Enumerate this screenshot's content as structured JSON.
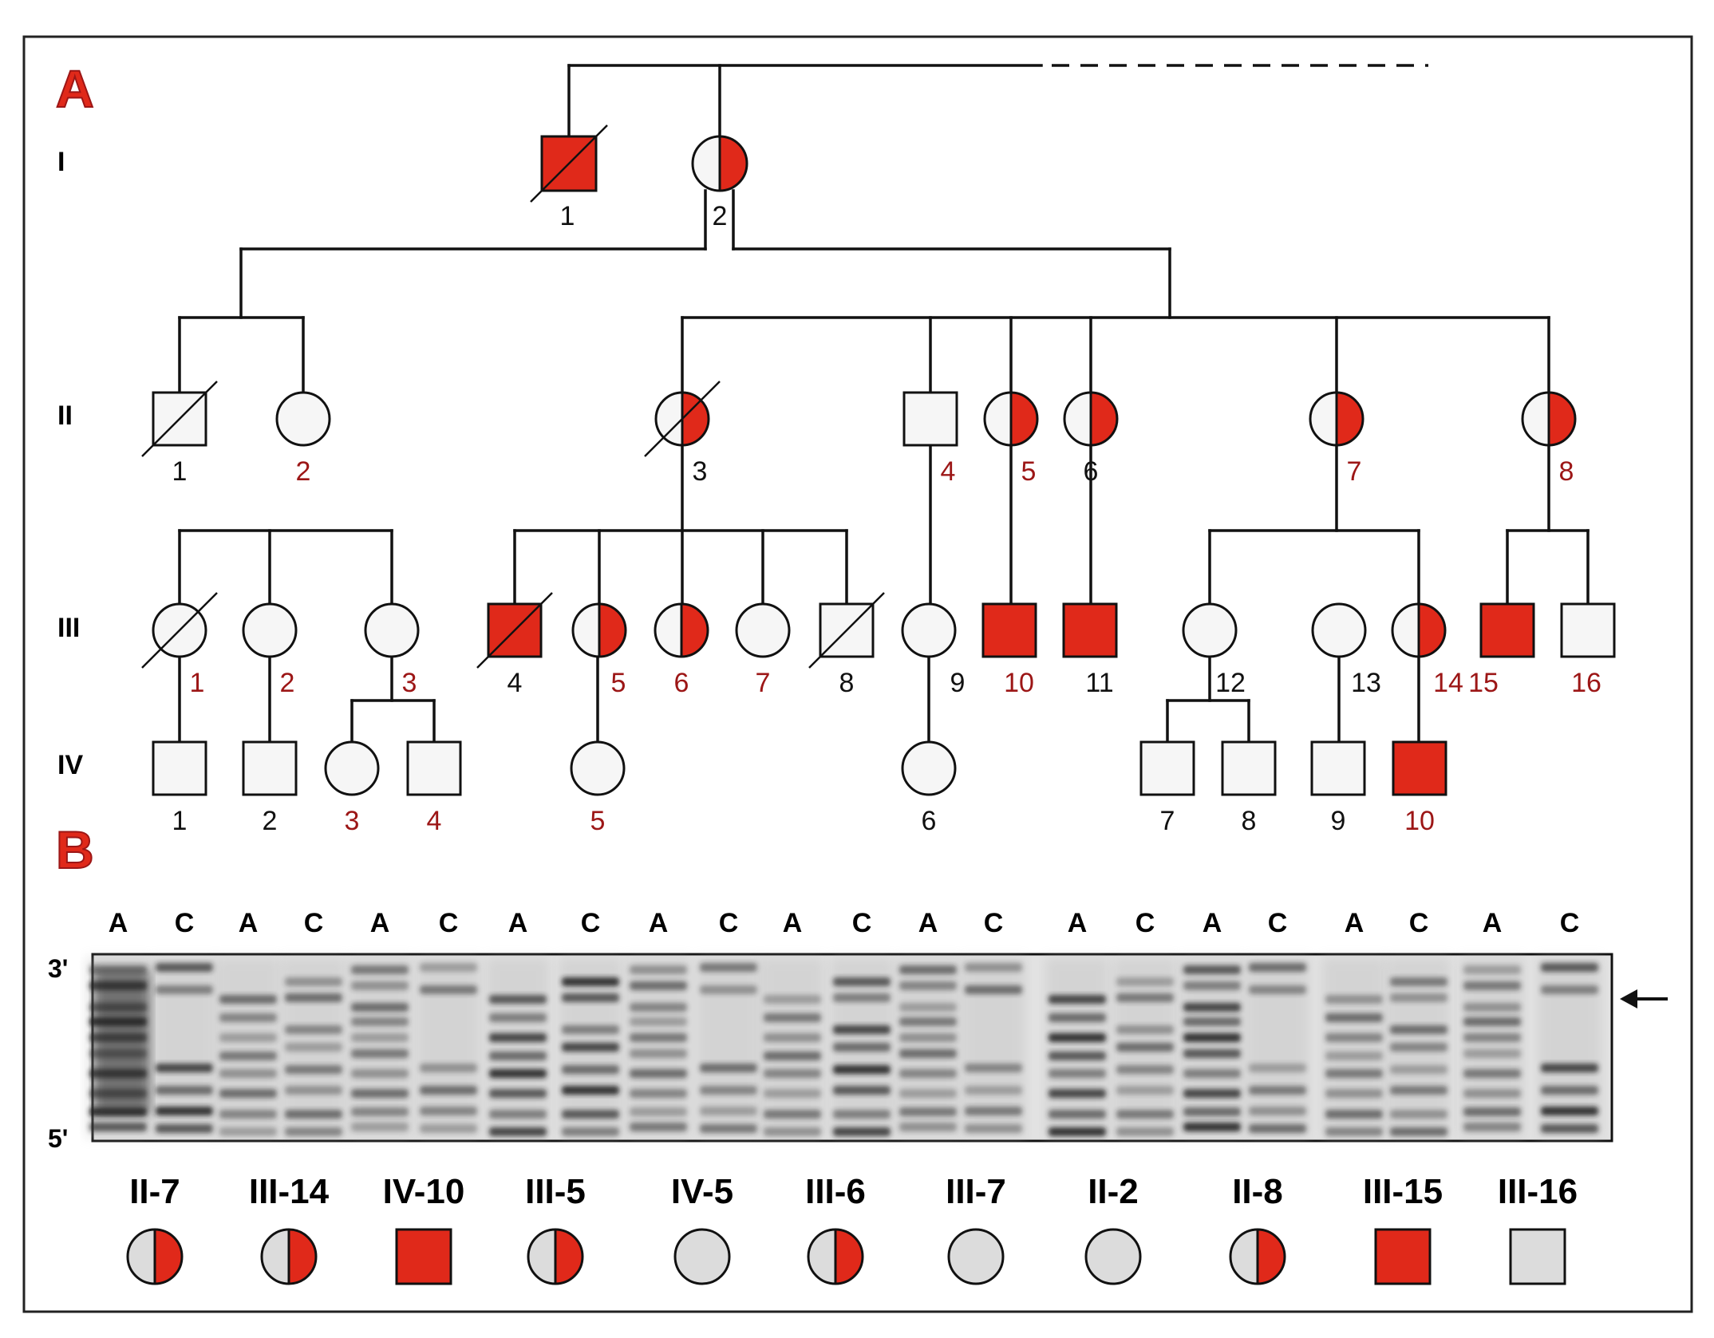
{
  "colors": {
    "affected": "#e0291a",
    "accent_text": "#9c1616",
    "line": "#111111",
    "unaffected_fill": "#f6f6f6",
    "legend_unfilled": "#dcdcdc"
  },
  "panel_a": {
    "letter": "A",
    "generations": [
      {
        "label": "I",
        "individuals": [
          {
            "num": "1",
            "sex": "male",
            "status": "affected",
            "deceased": true,
            "highlight": false
          },
          {
            "num": "2",
            "sex": "female",
            "status": "carrier",
            "deceased": false,
            "highlight": false
          }
        ]
      },
      {
        "label": "II",
        "individuals": [
          {
            "num": "1",
            "sex": "male",
            "status": "unaffected",
            "deceased": true,
            "highlight": false
          },
          {
            "num": "2",
            "sex": "female",
            "status": "unaffected",
            "deceased": false,
            "highlight": true
          },
          {
            "num": "3",
            "sex": "female",
            "status": "carrier",
            "deceased": true,
            "highlight": false
          },
          {
            "num": "4",
            "sex": "male",
            "status": "unaffected",
            "deceased": false,
            "highlight": true
          },
          {
            "num": "5",
            "sex": "female",
            "status": "carrier",
            "deceased": false,
            "highlight": true
          },
          {
            "num": "6",
            "sex": "female",
            "status": "carrier",
            "deceased": false,
            "highlight": false
          },
          {
            "num": "7",
            "sex": "female",
            "status": "carrier",
            "deceased": false,
            "highlight": true
          },
          {
            "num": "8",
            "sex": "female",
            "status": "carrier",
            "deceased": false,
            "highlight": true
          }
        ]
      },
      {
        "label": "III",
        "individuals": [
          {
            "num": "1",
            "sex": "female",
            "status": "unaffected",
            "deceased": true,
            "highlight": true
          },
          {
            "num": "2",
            "sex": "female",
            "status": "unaffected",
            "deceased": false,
            "highlight": true
          },
          {
            "num": "3",
            "sex": "female",
            "status": "unaffected",
            "deceased": false,
            "highlight": true
          },
          {
            "num": "4",
            "sex": "male",
            "status": "affected",
            "deceased": true,
            "highlight": false
          },
          {
            "num": "5",
            "sex": "female",
            "status": "carrier",
            "deceased": false,
            "highlight": true
          },
          {
            "num": "6",
            "sex": "female",
            "status": "carrier",
            "deceased": false,
            "highlight": true
          },
          {
            "num": "7",
            "sex": "female",
            "status": "unaffected",
            "deceased": false,
            "highlight": true
          },
          {
            "num": "8",
            "sex": "male",
            "status": "unaffected",
            "deceased": true,
            "highlight": false
          },
          {
            "num": "9",
            "sex": "female",
            "status": "unaffected",
            "deceased": false,
            "highlight": false
          },
          {
            "num": "10",
            "sex": "male",
            "status": "affected",
            "deceased": false,
            "highlight": true
          },
          {
            "num": "11",
            "sex": "male",
            "status": "affected",
            "deceased": false,
            "highlight": false
          },
          {
            "num": "12",
            "sex": "female",
            "status": "unaffected",
            "deceased": false,
            "highlight": false
          },
          {
            "num": "13",
            "sex": "female",
            "status": "unaffected",
            "deceased": false,
            "highlight": false
          },
          {
            "num": "14",
            "sex": "female",
            "status": "carrier",
            "deceased": false,
            "highlight": true
          },
          {
            "num": "15",
            "sex": "male",
            "status": "affected",
            "deceased": false,
            "highlight": true
          },
          {
            "num": "16",
            "sex": "male",
            "status": "unaffected",
            "deceased": false,
            "highlight": true
          }
        ]
      },
      {
        "label": "IV",
        "individuals": [
          {
            "num": "1",
            "sex": "male",
            "status": "unaffected",
            "deceased": false,
            "highlight": false
          },
          {
            "num": "2",
            "sex": "male",
            "status": "unaffected",
            "deceased": false,
            "highlight": false
          },
          {
            "num": "3",
            "sex": "female",
            "status": "unaffected",
            "deceased": false,
            "highlight": true
          },
          {
            "num": "4",
            "sex": "male",
            "status": "unaffected",
            "deceased": false,
            "highlight": true
          },
          {
            "num": "5",
            "sex": "female",
            "status": "unaffected",
            "deceased": false,
            "highlight": true
          },
          {
            "num": "6",
            "sex": "female",
            "status": "unaffected",
            "deceased": false,
            "highlight": false
          },
          {
            "num": "7",
            "sex": "male",
            "status": "unaffected",
            "deceased": false,
            "highlight": false
          },
          {
            "num": "8",
            "sex": "male",
            "status": "unaffected",
            "deceased": false,
            "highlight": false
          },
          {
            "num": "9",
            "sex": "male",
            "status": "unaffected",
            "deceased": false,
            "highlight": false
          },
          {
            "num": "10",
            "sex": "male",
            "status": "affected",
            "deceased": false,
            "highlight": true
          }
        ]
      }
    ]
  },
  "panel_b": {
    "letter": "B",
    "lane_labels": [
      "A",
      "C",
      "A",
      "C",
      "A",
      "C",
      "A",
      "C",
      "A",
      "C",
      "A",
      "C",
      "A",
      "C",
      "A",
      "C",
      "A",
      "C",
      "A",
      "C",
      "A",
      "C"
    ],
    "end_top": "3'",
    "end_bottom": "5'",
    "arrow_icon": "left-arrow-icon",
    "samples": [
      {
        "label": "II-7",
        "sex": "female",
        "status": "carrier"
      },
      {
        "label": "III-14",
        "sex": "female",
        "status": "carrier"
      },
      {
        "label": "IV-10",
        "sex": "male",
        "status": "affected"
      },
      {
        "label": "III-5",
        "sex": "female",
        "status": "carrier"
      },
      {
        "label": "IV-5",
        "sex": "female",
        "status": "unaffected"
      },
      {
        "label": "III-6",
        "sex": "female",
        "status": "carrier"
      },
      {
        "label": "III-7",
        "sex": "female",
        "status": "unaffected"
      },
      {
        "label": "II-2",
        "sex": "female",
        "status": "unaffected"
      },
      {
        "label": "II-8",
        "sex": "female",
        "status": "carrier"
      },
      {
        "label": "III-15",
        "sex": "male",
        "status": "affected"
      },
      {
        "label": "III-16",
        "sex": "male",
        "status": "unaffected"
      }
    ]
  }
}
